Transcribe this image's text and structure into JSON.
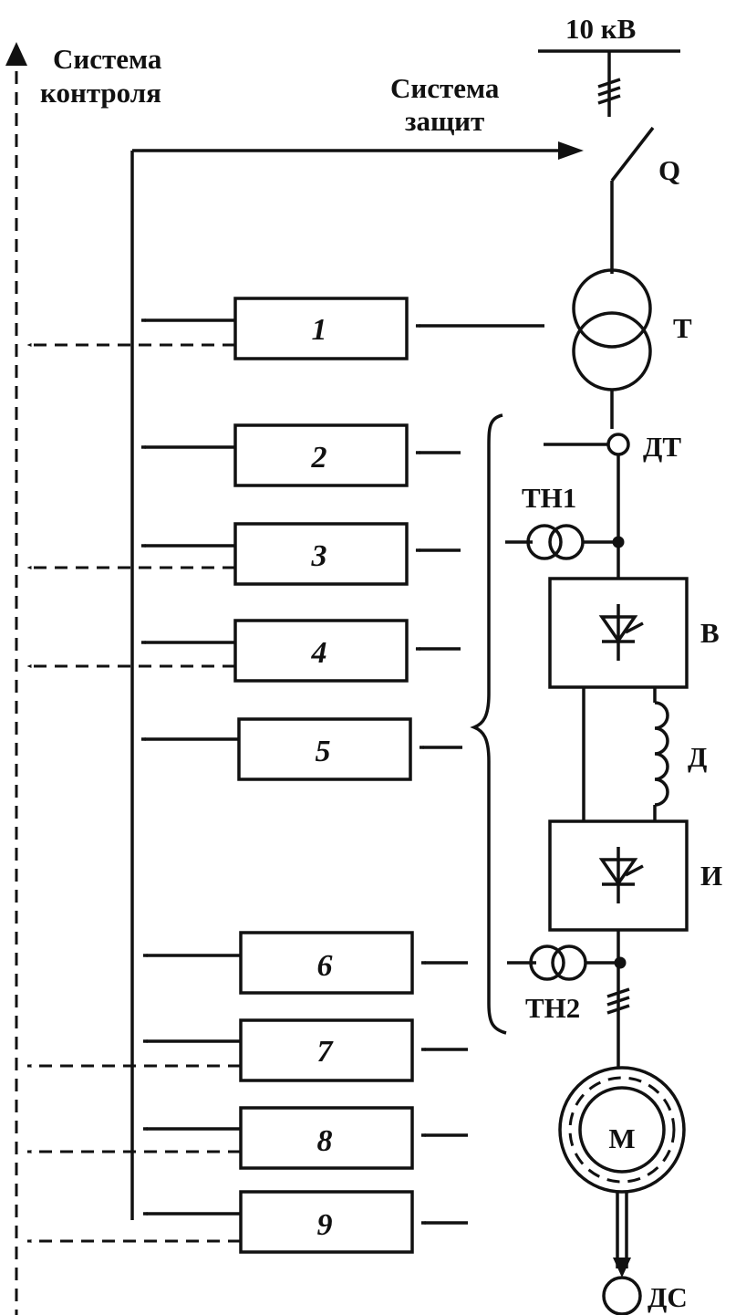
{
  "labels": {
    "control_system": [
      "Система",
      "контроля"
    ],
    "protection_system": [
      "Система",
      "защит"
    ],
    "voltage": "10 кВ",
    "breaker": "Q",
    "transformer": "Т",
    "current_sensor": "ДТ",
    "voltage_transformer_1": "ТН1",
    "rectifier": "В",
    "choke": "Д",
    "inverter": "И",
    "voltage_transformer_2": "ТН2",
    "motor": "М",
    "speed_sensor": "ДС"
  },
  "blocks": [
    {
      "label": "1",
      "control_output": true
    },
    {
      "label": "2",
      "control_output": false
    },
    {
      "label": "3",
      "control_output": true
    },
    {
      "label": "4",
      "control_output": true
    },
    {
      "label": "5",
      "control_output": false
    },
    {
      "label": "6",
      "control_output": false
    },
    {
      "label": "7",
      "control_output": true
    },
    {
      "label": "8",
      "control_output": true
    },
    {
      "label": "9",
      "control_output": true
    }
  ]
}
